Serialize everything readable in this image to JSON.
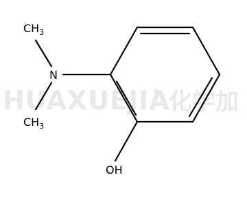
{
  "diagram": {
    "type": "chemical-structure",
    "watermark": {
      "brand": "HUAXUEJIA",
      "registered_mark": "®",
      "chinese": "化学加"
    },
    "atoms": {
      "methyl_top": {
        "main": "CH",
        "sub": "3"
      },
      "nitrogen": {
        "label": "N"
      },
      "methyl_bottom": {
        "main": "CH",
        "sub": "3"
      },
      "hydroxyl": {
        "label": "OH"
      }
    }
  }
}
